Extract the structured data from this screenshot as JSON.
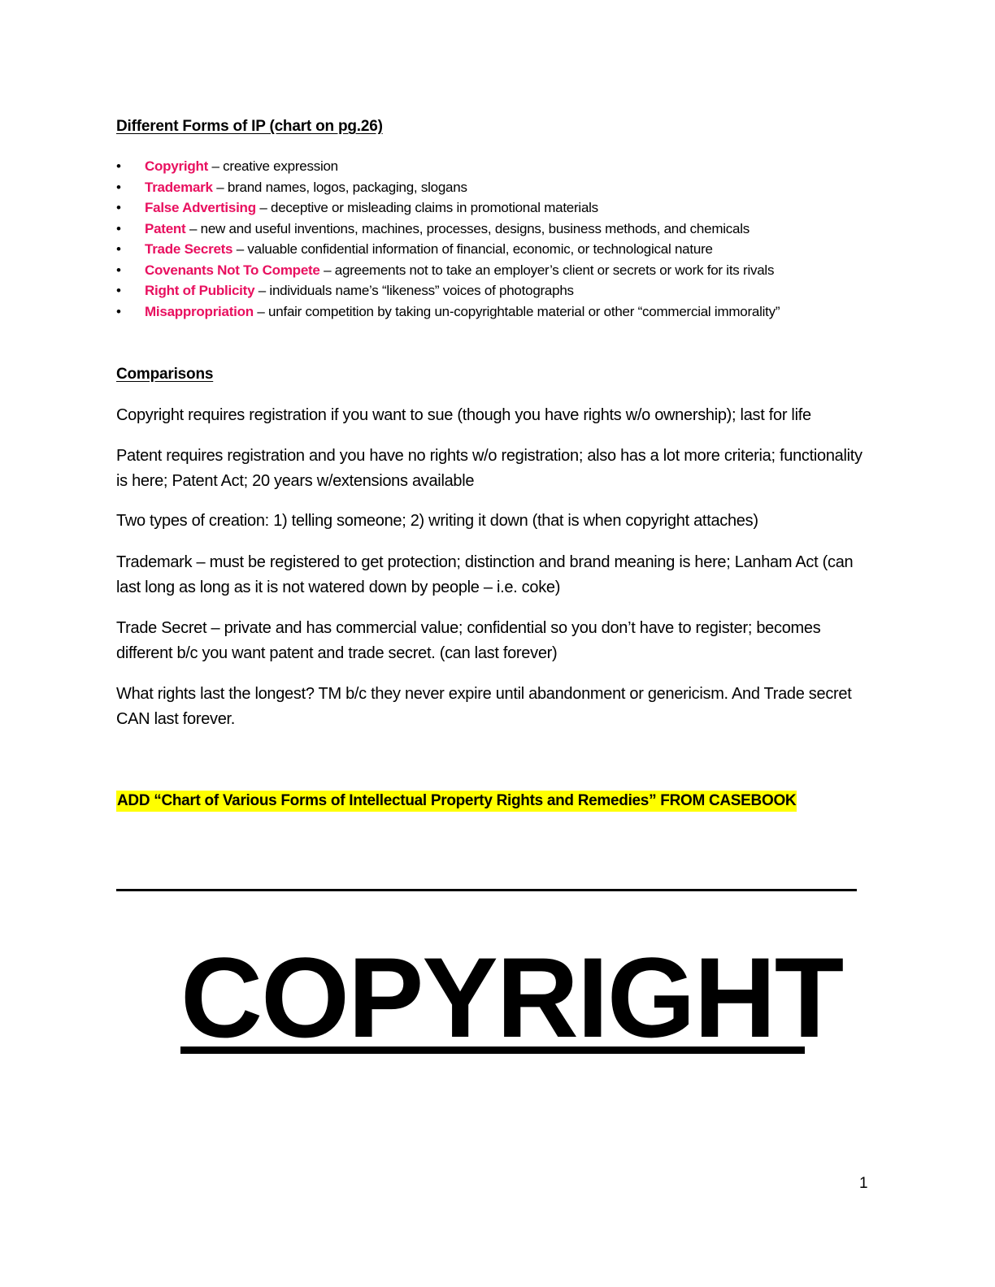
{
  "section_forms": {
    "heading": "Different Forms of IP (chart on pg.26)",
    "items": [
      {
        "term": "Copyright",
        "description": " – creative expression"
      },
      {
        "term": "Trademark",
        "description": " – brand names, logos, packaging, slogans"
      },
      {
        "term": "False Advertising",
        "description": " – deceptive or misleading claims in promotional materials"
      },
      {
        "term": "Patent",
        "description": " – new and useful inventions, machines, processes, designs, business methods, and chemicals"
      },
      {
        "term": "Trade Secrets",
        "description": " – valuable confidential information of financial, economic, or technological nature"
      },
      {
        "term": "Covenants Not To Compete",
        "description": " – agreements not to take an employer’s client or secrets or work for its rivals"
      },
      {
        "term": "Right of Publicity",
        "description": " – individuals name’s “likeness” voices of photographs"
      },
      {
        "term": "Misappropriation",
        "description": " – unfair competition by taking un-copyrightable material or other “commercial immorality”"
      }
    ],
    "term_color": "#e8105f",
    "bullet": "•"
  },
  "section_comparisons": {
    "heading": "Comparisons",
    "paragraphs": [
      "Copyright requires registration if you want to sue (though you have rights w/o ownership); last for life",
      "Patent requires registration and you have no rights w/o registration; also has a lot more criteria; functionality is here; Patent Act; 20 years w/extensions available",
      "Two types of creation: 1) telling someone; 2) writing it down (that is when copyright attaches)",
      "Trademark – must be registered to get protection; distinction and brand meaning is here; Lanham Act (can last long as long as it is not watered down by people – i.e. coke)",
      "Trade Secret – private and has commercial value; confidential so you don’t have to register; becomes different b/c you want patent and trade secret. (can last forever)",
      "What rights last the longest? TM b/c they never expire until abandonment or genericism. And Trade secret CAN last forever."
    ]
  },
  "note": {
    "text": "ADD “Chart of Various Forms of Intellectual Property Rights and Remedies” FROM CASEBOOK",
    "highlight_color": "#ffff00"
  },
  "big_title": "COPYRIGHT",
  "page_number": "1"
}
